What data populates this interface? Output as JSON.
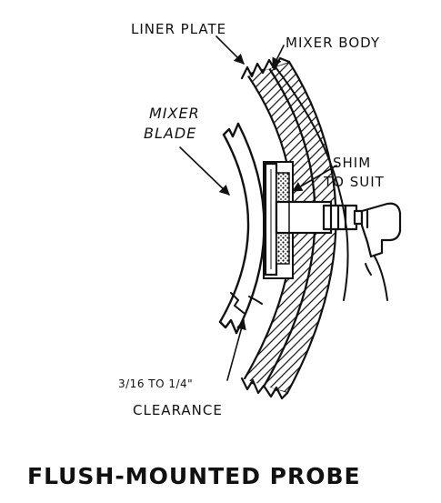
{
  "diagram": {
    "labels": {
      "liner_plate": "LINER PLATE",
      "mixer_body": "MIXER BODY",
      "mixer_blade_line1": "MIXER",
      "mixer_blade_line2": "BLADE",
      "shim_line1": "SHIM",
      "shim_line2": "TO SUIT",
      "clearance_range": "3/16 TO 1/4\"",
      "clearance": "CLEARANCE"
    },
    "caption": "FLUSH-MOUNTED PROBE",
    "colors": {
      "ink": "#111111",
      "background": "#ffffff"
    }
  }
}
